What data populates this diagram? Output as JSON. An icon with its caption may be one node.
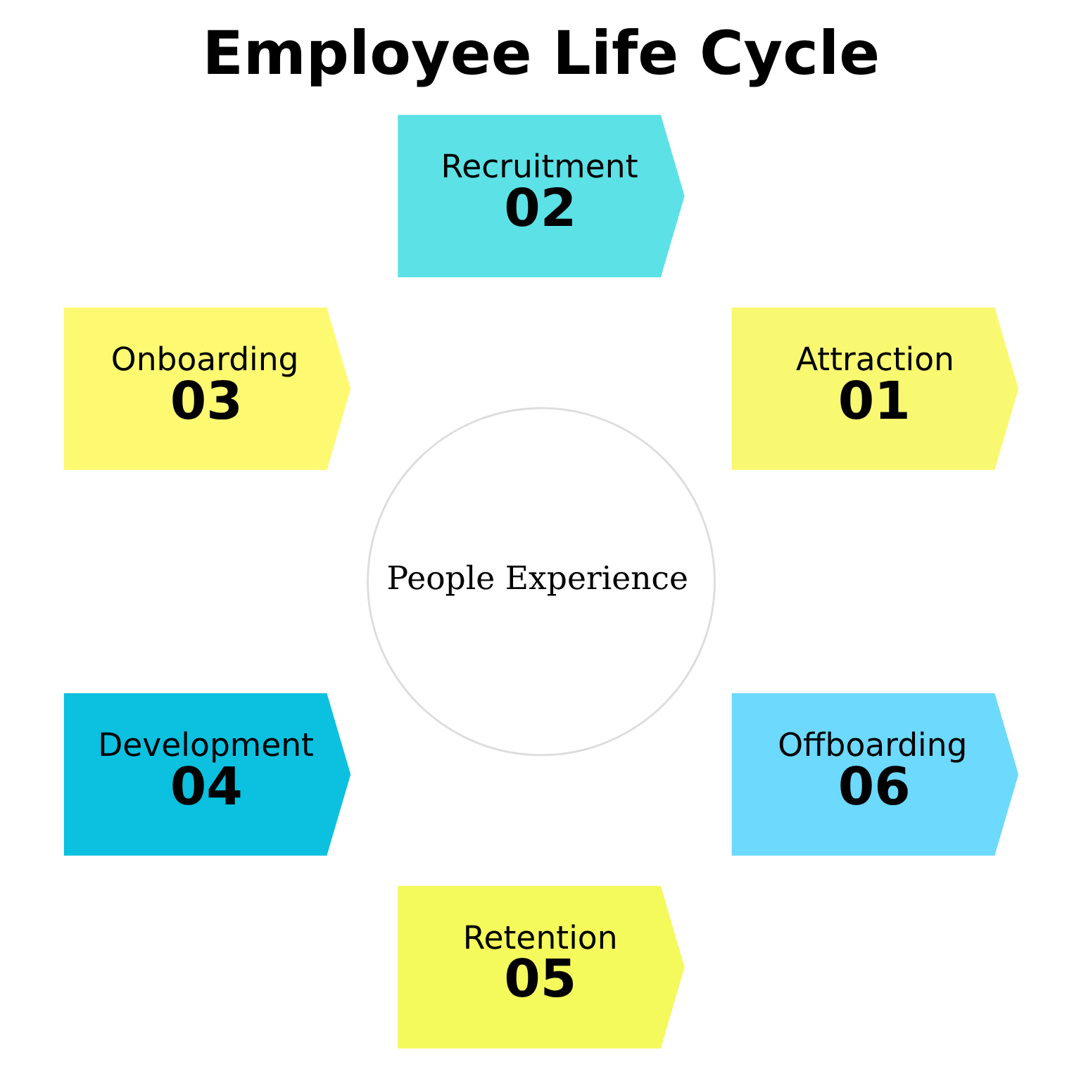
{
  "diagram": {
    "title": "Employee Life Cycle",
    "nodes": [
      {
        "text": [
          "Attraction",
          "01"
        ]
      },
      {
        "text": [
          "Recruitment",
          "02"
        ]
      },
      {
        "text": [
          "Onboarding",
          "03"
        ]
      },
      {
        "text": [
          "Development",
          "04"
        ]
      },
      {
        "text": [
          "Retention",
          "05"
        ]
      },
      {
        "text": [
          "Offboarding",
          "06"
        ]
      },
      {
        "text": [
          "People Experience"
        ]
      }
    ]
  }
}
